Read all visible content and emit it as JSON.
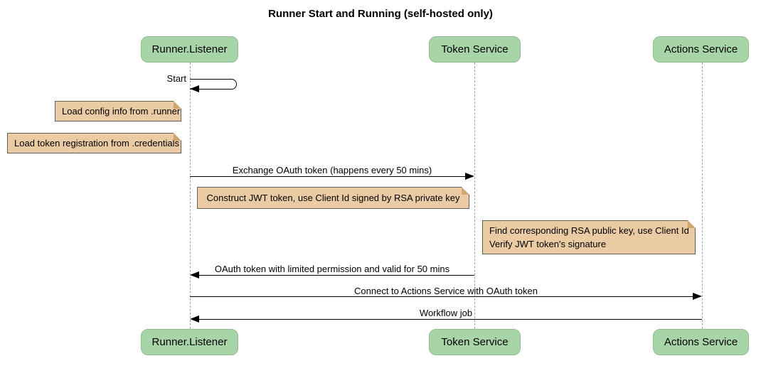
{
  "title": "Runner Start and Running (self-hosted only)",
  "participants": [
    {
      "id": "runner-listener",
      "name": "Runner.Listener"
    },
    {
      "id": "token-service",
      "name": "Token Service"
    },
    {
      "id": "actions-service",
      "name": "Actions Service"
    }
  ],
  "messages": {
    "self_start": "Start",
    "exchange": "Exchange OAuth token (happens every 50 mins)",
    "oauth_return": "OAuth token with limited permission and valid for 50 mins",
    "connect": "Connect to Actions Service with OAuth token",
    "workflow": "Workflow job"
  },
  "notes": {
    "load_config": "Load config info from .runner",
    "load_token": "Load token registration from .credentials",
    "construct_jwt": "Construct JWT token, use Client Id signed by RSA private key",
    "find_key_line1": "Find corresponding RSA public key, use Client Id",
    "find_key_line2": "Verify JWT token's signature"
  },
  "colors": {
    "participant_fill": "#A8D5A8",
    "participant_border": "#8FBC8F",
    "note_fill": "#EBCBA4",
    "note_border": "#606060",
    "note_fold": "#CEA76F",
    "lifeline": "#A0A0A0",
    "arrow": "#000000"
  }
}
